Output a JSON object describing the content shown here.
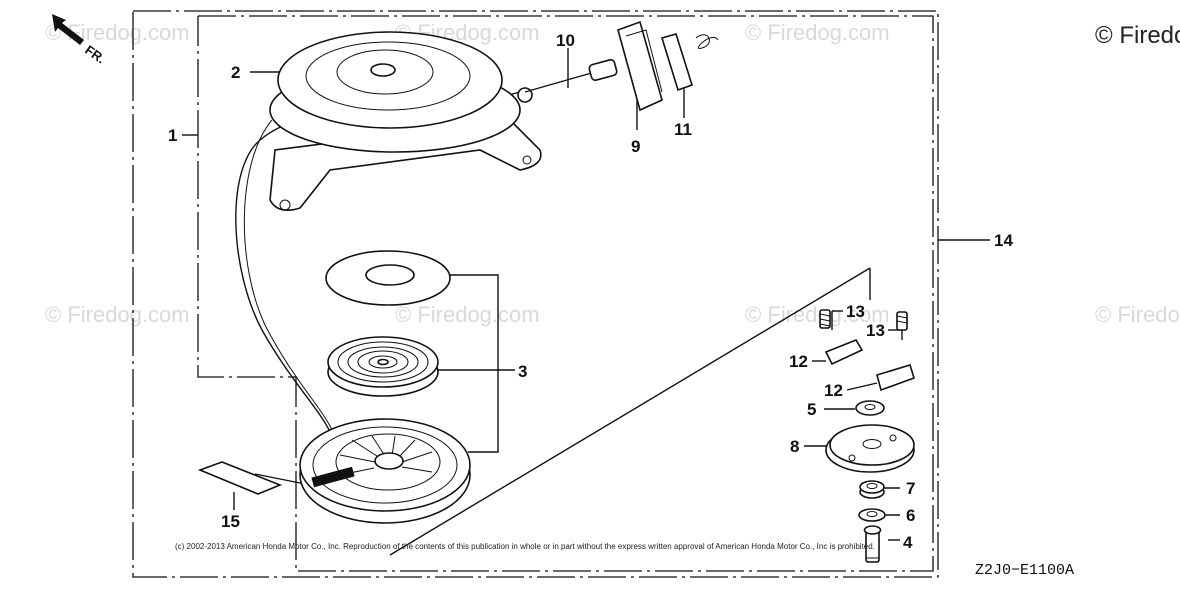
{
  "watermark_text": "© Firedog.com",
  "direction_label": "FR.",
  "callouts": {
    "c1": "1",
    "c2": "2",
    "c3": "3",
    "c4": "4",
    "c5": "5",
    "c6": "6",
    "c7": "7",
    "c8": "8",
    "c9": "9",
    "c10": "10",
    "c11": "11",
    "c12a": "12",
    "c12b": "12",
    "c13a": "13",
    "c13b": "13",
    "c14": "14",
    "c15": "15"
  },
  "copyright": "(c) 2002-2013 American Honda Motor Co., Inc. Reproduction of the contents of this publication in whole or in part without the express written approval of American Honda Motor Co., Inc is prohibited.",
  "diagram_code": "Z2J0−E1100A"
}
